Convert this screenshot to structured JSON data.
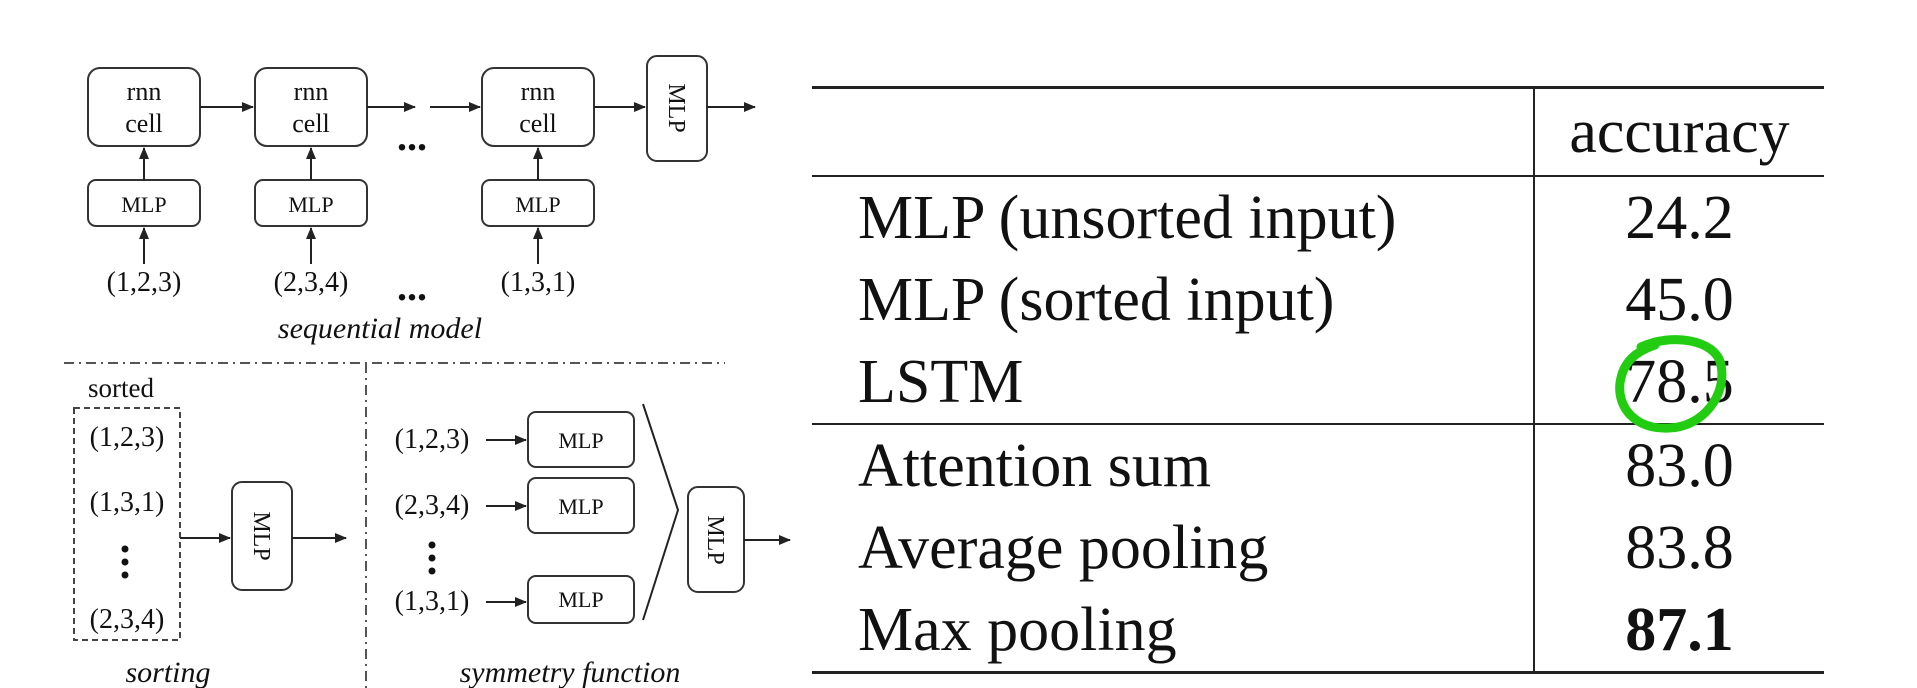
{
  "diagram": {
    "sequential": {
      "caption": "sequential model",
      "cell_line1": "rnn",
      "cell_line2": "cell",
      "mlp_label": "MLP",
      "ellipsis": "...",
      "inputs": [
        "(1,2,3)",
        "(2,3,4)",
        "(1,3,1)"
      ]
    },
    "sorting": {
      "caption": "sorting",
      "header": "sorted",
      "items": [
        "(1,2,3)",
        "(1,3,1)",
        "(2,3,4)"
      ],
      "mlp_label": "MLP"
    },
    "symmetry": {
      "caption": "symmetry function",
      "inputs": [
        "(1,2,3)",
        "(2,3,4)",
        "(1,3,1)"
      ],
      "mlp_label": "MLP"
    }
  },
  "results": {
    "header": {
      "name": "",
      "metric": "accuracy"
    },
    "rows": [
      {
        "name": "MLP (unsorted input)",
        "value": "24.2"
      },
      {
        "name": "MLP (sorted input)",
        "value": "45.0"
      },
      {
        "name": "LSTM",
        "value": "78.5",
        "annotation": "green-hand-drawn-circle"
      },
      {
        "name": "Attention sum",
        "value": "83.0"
      },
      {
        "name": "Average pooling",
        "value": "83.8"
      },
      {
        "name": "Max pooling",
        "value": "87.1",
        "bold": true
      }
    ],
    "annotation_color": "#22cc11"
  }
}
